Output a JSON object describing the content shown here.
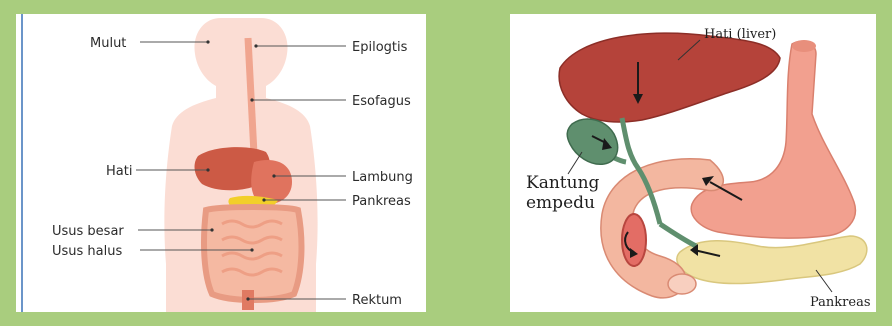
{
  "left_diagram": {
    "labels": {
      "mulut": "Mulut",
      "epiglotis": "Epilogtis",
      "esofagus": "Esofagus",
      "hati": "Hati",
      "lambung": "Lambung",
      "pankreas": "Pankreas",
      "usus_besar": "Usus besar",
      "usus_halus": "Usus halus",
      "rektum": "Rektum"
    }
  },
  "right_diagram": {
    "labels": {
      "hati": "Hati (liver)",
      "kantung_line1": "Kantung",
      "kantung_line2": "empedu",
      "pankreas": "Pankreas"
    }
  },
  "colors": {
    "background": "#a9cd7e",
    "panel": "#ffffff",
    "body_silhouette": "#fbd9cf",
    "liver": "#b5433a",
    "stomach": "#f2a08f",
    "pancreas": "#f1e2a4",
    "gallbladder": "#5f8f6e",
    "intestine": "#f3b7a0"
  }
}
